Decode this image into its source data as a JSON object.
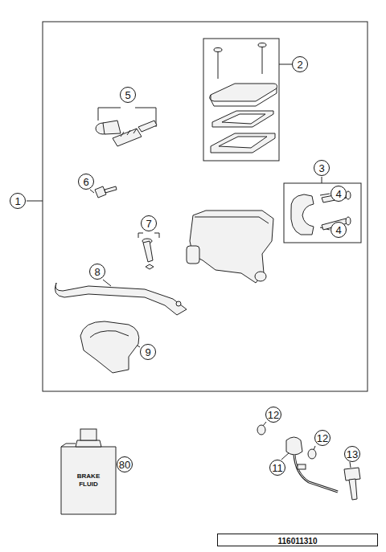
{
  "diagram": {
    "nodes": [
      {
        "text": [
          "116011310"
        ]
      }
    ],
    "labels": [
      "1",
      "2",
      "3",
      "4",
      "4",
      "5",
      "6",
      "7",
      "8",
      "9",
      "80",
      "BRAKE FLUID",
      "12",
      "12",
      "11",
      "13"
    ]
  }
}
